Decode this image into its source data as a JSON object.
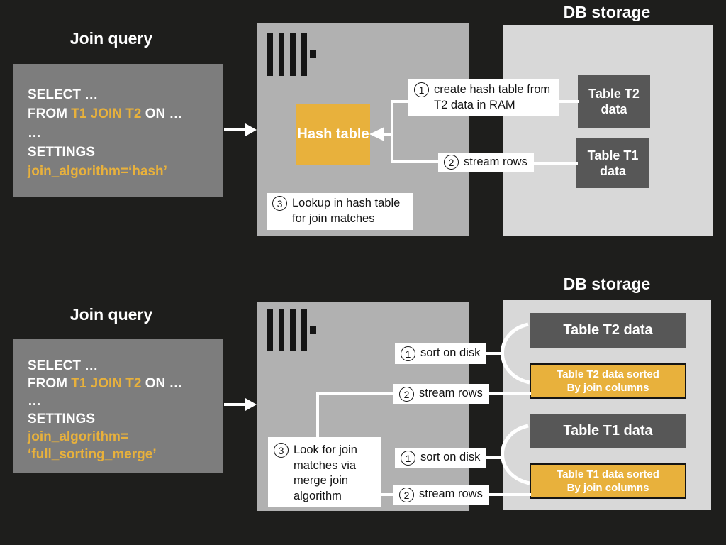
{
  "colors": {
    "background": "#1e1e1c",
    "sql_box_gray": "#7d7d7d",
    "server_box_gray": "#b1b1b1",
    "db_box_gray": "#d8d8d8",
    "table_dark_gray": "#575757",
    "accent_orange": "#e8b13c",
    "label_white": "#ffffff",
    "text_white": "#ffffff",
    "text_black": "#141414"
  },
  "hash_section": {
    "query_title": "Join query",
    "sql": {
      "line1": "SELECT …",
      "line2_pre": "FROM ",
      "line2_highlight": "T1 JOIN T2",
      "line2_post": " ON …",
      "line3": "…",
      "line4": "SETTINGS",
      "line5_highlight": "join_algorithm=‘hash’"
    },
    "server": {
      "hash_table_label": "Hash table"
    },
    "steps": {
      "step1": {
        "num": "1",
        "text": "create hash table from T2 data in RAM"
      },
      "step2": {
        "num": "2",
        "text": "stream rows"
      },
      "step3": {
        "num": "3",
        "text": "Lookup in hash table for join matches"
      }
    },
    "db": {
      "title": "DB storage",
      "table_t2": "Table T2 data",
      "table_t1": "Table T1 data"
    }
  },
  "merge_section": {
    "query_title": "Join query",
    "sql": {
      "line1": "SELECT …",
      "line2_pre": "FROM ",
      "line2_highlight": "T1 JOIN T2",
      "line2_post": " ON …",
      "line3": "…",
      "line4": "SETTINGS",
      "line5_highlight": "join_algorithm=",
      "line6_highlight": "‘full_sorting_merge’"
    },
    "steps": {
      "sort_t2": {
        "num": "1",
        "text": "sort on disk"
      },
      "stream_t2": {
        "num": "2",
        "text": "stream rows"
      },
      "step3": {
        "num": "3",
        "text": "Look for join matches via merge join algorithm"
      },
      "sort_t1": {
        "num": "1",
        "text": "sort on disk"
      },
      "stream_t1": {
        "num": "2",
        "text": "stream rows"
      }
    },
    "db": {
      "title": "DB storage",
      "table_t2": "Table T2 data",
      "table_t2_sorted_line1": "Table T2 data sorted",
      "table_t2_sorted_line2": "By join columns",
      "table_t1": "Table T1 data",
      "table_t1_sorted_line1": "Table T1 data sorted",
      "table_t1_sorted_line2": "By join columns"
    }
  }
}
